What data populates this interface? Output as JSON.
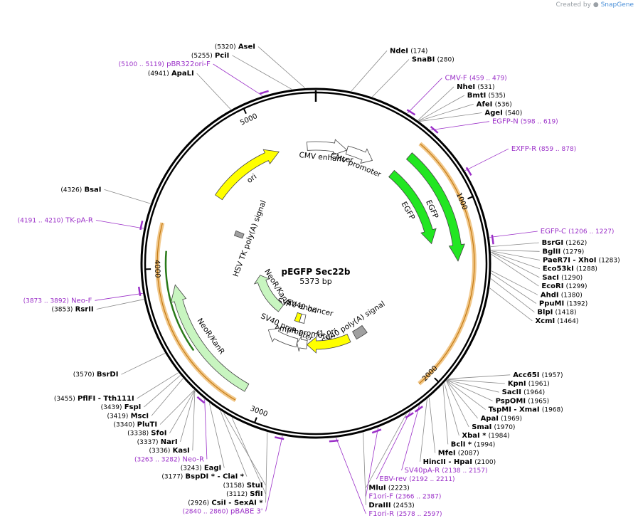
{
  "app": {
    "credit_prefix": "Created by",
    "credit_brand": "SnapGene"
  },
  "plasmid": {
    "name": "pEGFP Sec22b",
    "size_text": "5373 bp",
    "length": 5373
  },
  "colors": {
    "enzyme_text": "#000000",
    "primer_text": "#9b30c8",
    "backbone": "#000000",
    "orf_outline": "#e8a13a",
    "egfp_fill": "#22e622",
    "ori_fill": "#ffff00",
    "neo_fill": "#c8f5c0",
    "promoter_fill": "#ffffff",
    "polyA_fill": "#a0a0a0",
    "neo_orf_line": "#2a7a1a"
  },
  "ticks": [
    {
      "pos": 1000,
      "label": "1000"
    },
    {
      "pos": 2000,
      "label": "2000"
    },
    {
      "pos": 3000,
      "label": "3000"
    },
    {
      "pos": 4000,
      "label": "4000"
    },
    {
      "pos": 5000,
      "label": "5000"
    }
  ],
  "features": [
    {
      "name": "EGFP",
      "label": "EGFP",
      "start": 613,
      "end": 1330,
      "fill": "#22e622",
      "kind": "arrow",
      "track": 1
    },
    {
      "name": "EGFP",
      "label": "EGFP",
      "start": 600,
      "end": 1200,
      "fill": "#22e622",
      "kind": "arrow",
      "track": 2
    },
    {
      "name": "CMV enhancer",
      "label": "CMV enhancer",
      "start": 5310,
      "end": 230,
      "fill": "#ffffff",
      "kind": "arrow",
      "track": 2
    },
    {
      "name": "CMV promoter",
      "label": "CMV promoter",
      "start": 230,
      "end": 430,
      "fill": "#ffffff",
      "kind": "arrow",
      "track": 2
    },
    {
      "name": "SV40 poly(A) signal",
      "label": "SV40 poly(A) signal",
      "start": 2140,
      "end": 2265,
      "fill": "#a0a0a0",
      "kind": "box",
      "track": 3
    },
    {
      "name": "f1 ori",
      "label": "f1 ori",
      "start": 2330,
      "end": 2780,
      "fill": "#ffff00",
      "kind": "arrow",
      "track": 3
    },
    {
      "name": "AmpR promoter",
      "label": "AmpR promoter",
      "start": 2780,
      "end": 2885,
      "fill": "#ffffff",
      "kind": "arrow",
      "track": 3
    },
    {
      "name": "SV40 promoter",
      "label": "SV40 promoter",
      "start": 2885,
      "end": 3215,
      "fill": "#ffffff",
      "kind": "arrow",
      "track": 3
    },
    {
      "name": "SV40 enhancer",
      "label": "SV40 enhancer",
      "start": 2850,
      "end": 2920,
      "fill": "#ffffff",
      "kind": "box",
      "track": 4
    },
    {
      "name": "SV40 ori",
      "label": "SV40 ori",
      "start": 2920,
      "end": 2990,
      "fill": "#ffff00",
      "kind": "box",
      "track": 4
    },
    {
      "name": "NeoR/KanR",
      "label": "NeoR/KanR",
      "start": 3120,
      "end": 3900,
      "fill": "#c8f5c0",
      "kind": "arrow",
      "track": 1
    },
    {
      "name": "NeoR/KanR",
      "label": "NeoR/KanR",
      "start": 3250,
      "end": 3850,
      "fill": "#c8f5c0",
      "kind": "arrow",
      "track": 4
    },
    {
      "name": "HSV TK poly(A) signal",
      "label": "HSV TK poly(A) signal",
      "start": 4310,
      "end": 4360,
      "fill": "#a0a0a0",
      "kind": "box",
      "track": 3
    },
    {
      "name": "ori",
      "label": "ori",
      "start": 4540,
      "end": 5100,
      "fill": "#ffff00",
      "kind": "arrow",
      "track": 2
    }
  ],
  "orfs": [
    {
      "start": 613,
      "end": 2080
    },
    {
      "start": 3140,
      "end": 4250
    }
  ],
  "neo_orf": {
    "start": 3500,
    "end": 4100
  },
  "enzymes": [
    {
      "name": "AseI",
      "pos": 5320,
      "label": "AseI",
      "num": "(5320)"
    },
    {
      "name": "PciI",
      "pos": 5255,
      "label": "PciI",
      "num": "(5255)"
    },
    {
      "name": "ApaLI",
      "pos": 4941,
      "label": "ApaLI",
      "num": "(4941)"
    },
    {
      "name": "NdeI",
      "pos": 174,
      "label": "NdeI",
      "num": "(174)"
    },
    {
      "name": "SnaBI",
      "pos": 280,
      "label": "SnaBI",
      "num": "(280)"
    },
    {
      "name": "NheI",
      "pos": 531,
      "label": "NheI",
      "num": "(531)"
    },
    {
      "name": "BmtI",
      "pos": 535,
      "label": "BmtI",
      "num": "(535)"
    },
    {
      "name": "AfeI",
      "pos": 536,
      "label": "AfeI",
      "num": "(536)"
    },
    {
      "name": "AgeI",
      "pos": 540,
      "label": "AgeI",
      "num": "(540)"
    },
    {
      "name": "BsrGI",
      "pos": 1262,
      "label": "BsrGI",
      "num": "(1262)"
    },
    {
      "name": "BglII",
      "pos": 1279,
      "label": "BglII",
      "num": "(1279)"
    },
    {
      "name": "PaeR7I",
      "pos": 1283,
      "label": "PaeR7I  - XhoI",
      "num": "(1283)"
    },
    {
      "name": "Eco53kI",
      "pos": 1288,
      "label": "Eco53kI",
      "num": "(1288)"
    },
    {
      "name": "SacI",
      "pos": 1290,
      "label": "SacI",
      "num": "(1290)"
    },
    {
      "name": "EcoRI",
      "pos": 1299,
      "label": "EcoRI",
      "num": "(1299)"
    },
    {
      "name": "AhdI",
      "pos": 1380,
      "label": "AhdI",
      "num": "(1380)"
    },
    {
      "name": "PpuMI",
      "pos": 1392,
      "label": "PpuMI",
      "num": "(1392)"
    },
    {
      "name": "BlpI",
      "pos": 1418,
      "label": "BlpI",
      "num": "(1418)"
    },
    {
      "name": "XcmI",
      "pos": 1464,
      "label": "XcmI",
      "num": "(1464)"
    },
    {
      "name": "Acc65I",
      "pos": 1957,
      "label": "Acc65I",
      "num": "(1957)"
    },
    {
      "name": "KpnI",
      "pos": 1961,
      "label": "KpnI",
      "num": "(1961)"
    },
    {
      "name": "SacII",
      "pos": 1964,
      "label": "SacII",
      "num": "(1964)"
    },
    {
      "name": "PspOMI",
      "pos": 1965,
      "label": "PspOMI",
      "num": "(1965)"
    },
    {
      "name": "TspMI",
      "pos": 1968,
      "label": "TspMI  - XmaI",
      "num": "(1968)"
    },
    {
      "name": "ApaI",
      "pos": 1969,
      "label": "ApaI",
      "num": "(1969)"
    },
    {
      "name": "SmaI",
      "pos": 1970,
      "label": "SmaI",
      "num": "(1970)"
    },
    {
      "name": "XbaI",
      "pos": 1984,
      "label": "XbaI *",
      "num": "(1984)"
    },
    {
      "name": "BclI",
      "pos": 1994,
      "label": "BclI *",
      "num": "(1994)"
    },
    {
      "name": "MfeI",
      "pos": 2087,
      "label": "MfeI",
      "num": "(2087)"
    },
    {
      "name": "HincII",
      "pos": 2100,
      "label": "HincII  - HpaI",
      "num": "(2100)"
    },
    {
      "name": "MluI",
      "pos": 2223,
      "label": "MluI",
      "num": "(2223)"
    },
    {
      "name": "DraIII",
      "pos": 2453,
      "label": "DraIII",
      "num": "(2453)"
    },
    {
      "name": "CsiI",
      "pos": 2926,
      "label": "CsiI  - SexAI *",
      "num": "(2926)"
    },
    {
      "name": "SfiI",
      "pos": 3112,
      "label": "SfiI",
      "num": "(3112)"
    },
    {
      "name": "StuI",
      "pos": 3158,
      "label": "StuI",
      "num": "(3158)"
    },
    {
      "name": "BspDI",
      "pos": 3177,
      "label": "BspDI *  - ClaI *",
      "num": "(3177)"
    },
    {
      "name": "EagI",
      "pos": 3243,
      "label": "EagI",
      "num": "(3243)"
    },
    {
      "name": "KasI",
      "pos": 3336,
      "label": "KasI",
      "num": "(3336)"
    },
    {
      "name": "NarI",
      "pos": 3337,
      "label": "NarI",
      "num": "(3337)"
    },
    {
      "name": "SfoI",
      "pos": 3338,
      "label": "SfoI",
      "num": "(3338)"
    },
    {
      "name": "PluTI",
      "pos": 3340,
      "label": "PluTI",
      "num": "(3340)"
    },
    {
      "name": "MscI",
      "pos": 3419,
      "label": "MscI",
      "num": "(3419)"
    },
    {
      "name": "FspI",
      "pos": 3439,
      "label": "FspI",
      "num": "(3439)"
    },
    {
      "name": "PflFI",
      "pos": 3455,
      "label": "PflFI  - Tth111I",
      "num": "(3455)"
    },
    {
      "name": "BsrDI",
      "pos": 3570,
      "label": "BsrDI",
      "num": "(3570)"
    },
    {
      "name": "RsrII",
      "pos": 3853,
      "label": "RsrII",
      "num": "(3853)"
    },
    {
      "name": "BsaI",
      "pos": 4326,
      "label": "BsaI",
      "num": "(4326)"
    }
  ],
  "primers": [
    {
      "name": "pBR322ori-F",
      "start": 5100,
      "end": 5119,
      "label": "pBR322ori-F",
      "num": "(5100 .. 5119)"
    },
    {
      "name": "CMV-F",
      "start": 459,
      "end": 479,
      "label": "CMV-F",
      "num": "(459 .. 479)"
    },
    {
      "name": "EGFP-N",
      "start": 598,
      "end": 619,
      "label": "EGFP-N",
      "num": "(598 .. 619)"
    },
    {
      "name": "EXFP-R",
      "start": 859,
      "end": 878,
      "label": "EXFP-R",
      "num": "(859 .. 878)"
    },
    {
      "name": "EGFP-C",
      "start": 1206,
      "end": 1227,
      "label": "EGFP-C",
      "num": "(1206 .. 1227)"
    },
    {
      "name": "SV40pA-R",
      "start": 2138,
      "end": 2157,
      "label": "SV40pA-R",
      "num": "(2138 .. 2157)"
    },
    {
      "name": "EBV-rev",
      "start": 2192,
      "end": 2211,
      "label": "EBV-rev",
      "num": "(2192 .. 2211)"
    },
    {
      "name": "F1ori-F",
      "start": 2366,
      "end": 2387,
      "label": "F1ori-F",
      "num": "(2366 .. 2387)"
    },
    {
      "name": "F1ori-R",
      "start": 2578,
      "end": 2597,
      "label": "F1ori-R",
      "num": "(2578 .. 2597)"
    },
    {
      "name": "pBABE 3'",
      "start": 2840,
      "end": 2860,
      "label": "pBABE 3'",
      "num": "(2840 .. 2860)"
    },
    {
      "name": "Neo-R",
      "start": 3263,
      "end": 3282,
      "label": "Neo-R",
      "num": "(3263 .. 3282)"
    },
    {
      "name": "Neo-F",
      "start": 3873,
      "end": 3892,
      "label": "Neo-F",
      "num": "(3873 .. 3892)"
    },
    {
      "name": "TK-pA-R",
      "start": 4191,
      "end": 4210,
      "label": "TK-pA-R",
      "num": "(4191 .. 4210)"
    }
  ]
}
